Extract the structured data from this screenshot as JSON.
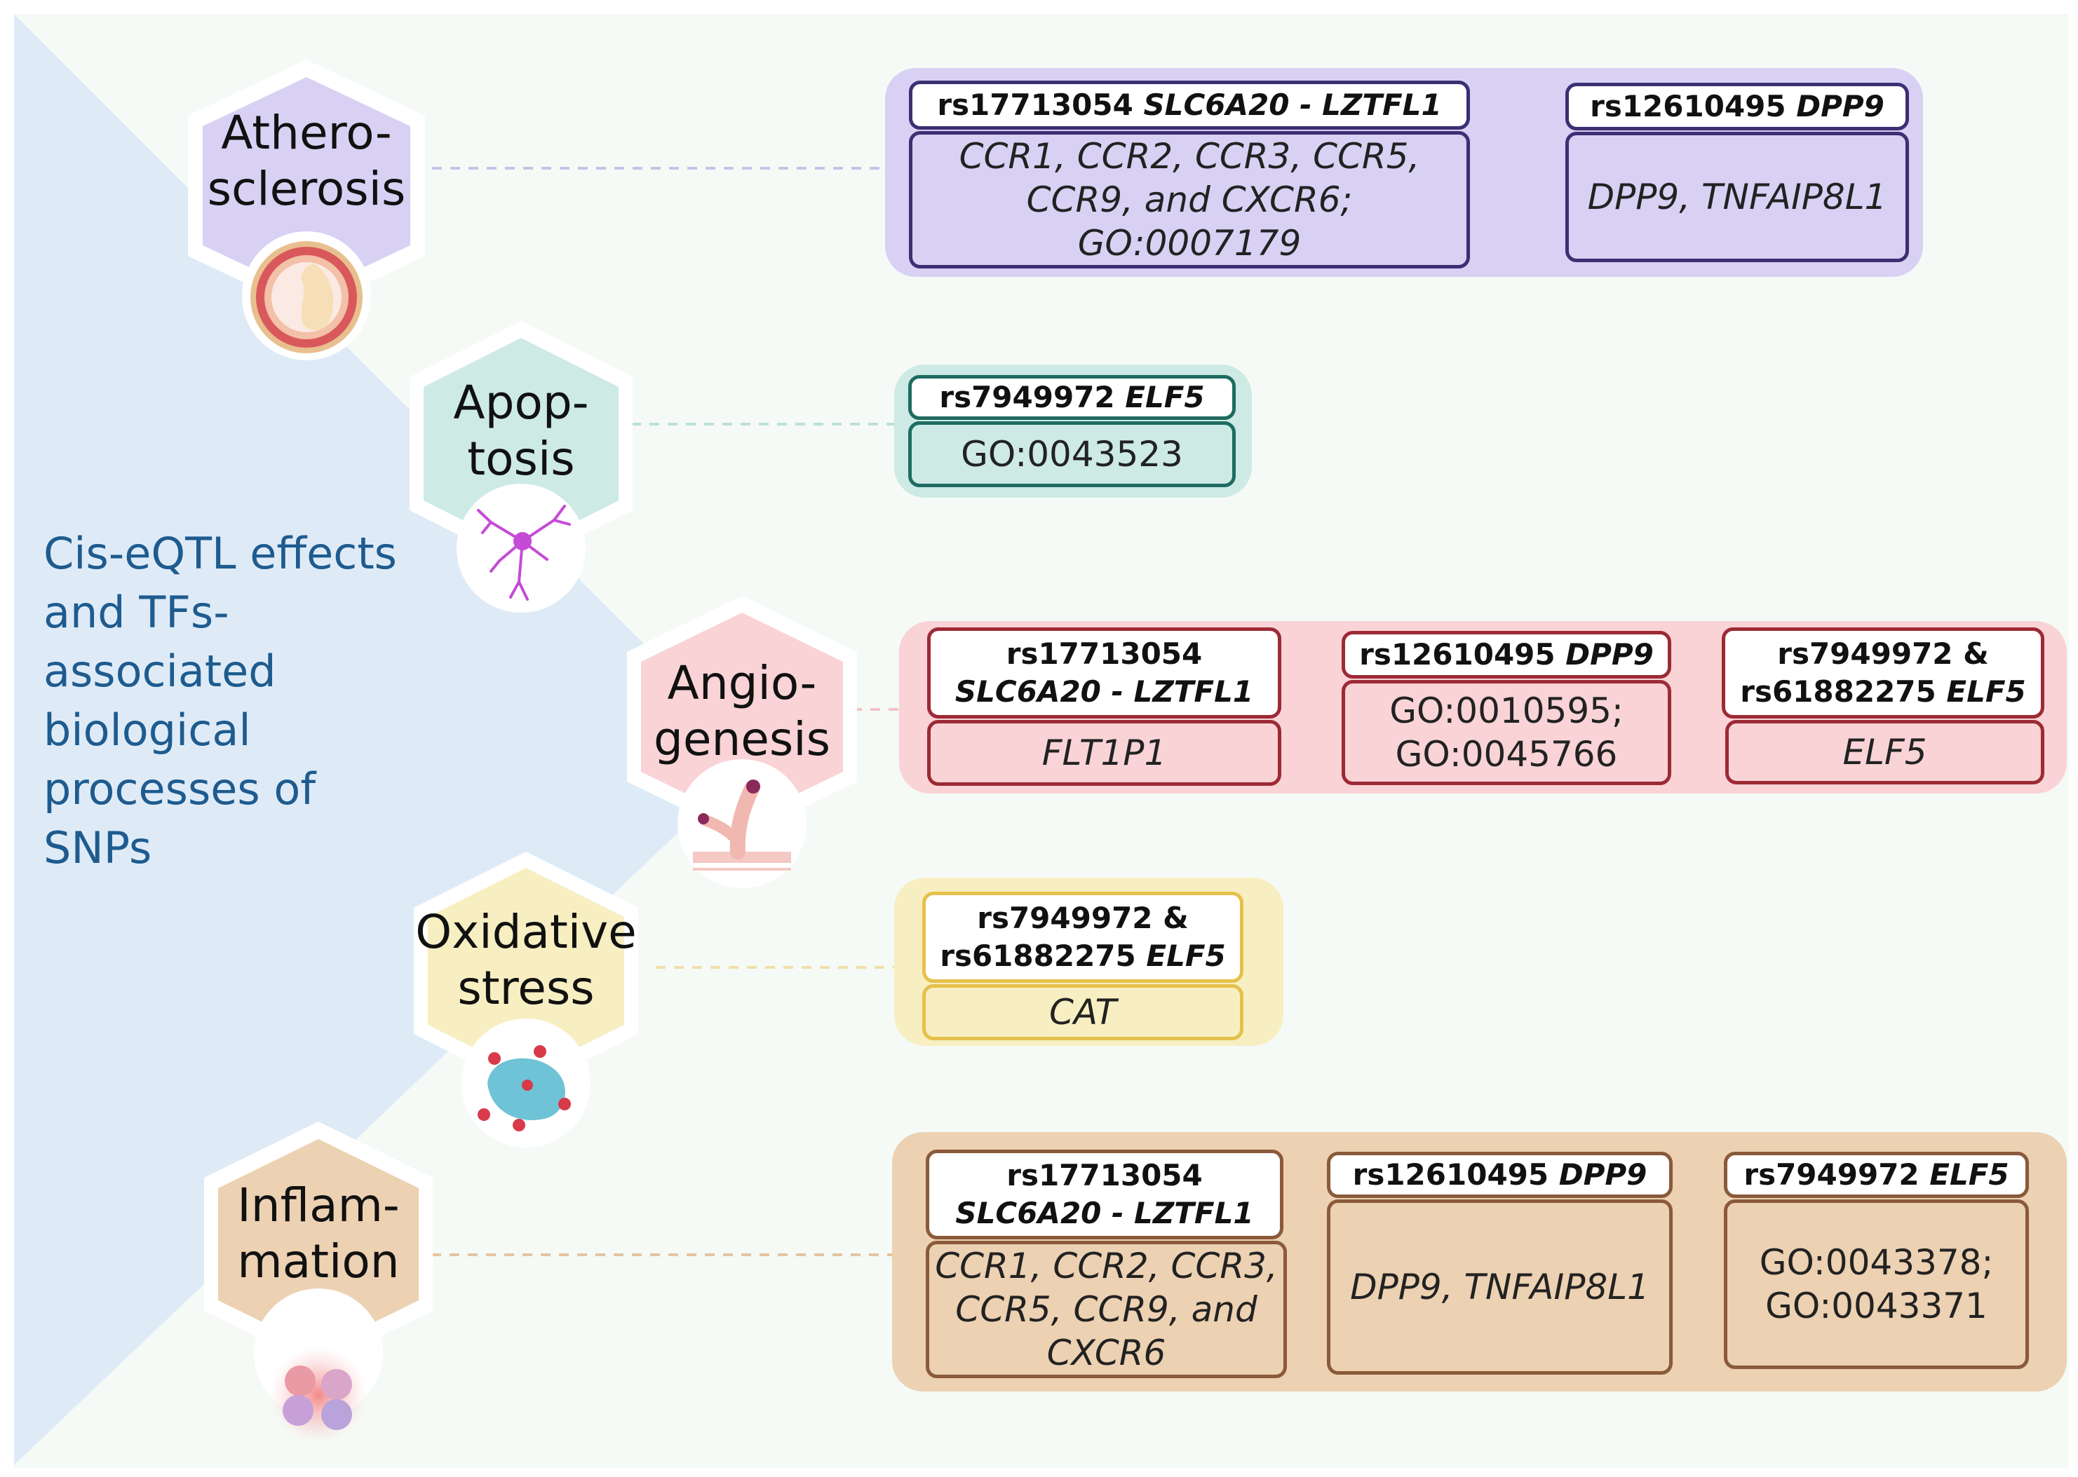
{
  "title": "Cis-eQTL effects and TFs-associated biological processes of SNPs",
  "colors": {
    "background_wedge": "#deebf7",
    "atherosclerosis": "#d8d1f4",
    "apoptosis": "#cdeae4",
    "angiogenesis": "#f9d3d6",
    "oxidative_stress": "#f7efc2",
    "inflammation": "#ecd1b2"
  },
  "processes": [
    {
      "id": "atherosclerosis",
      "label_lines": [
        "Athero-",
        "sclerosis"
      ],
      "icon": "artery-cross-section-icon",
      "groups": [
        {
          "snp": [
            "rs17713054 SLC6A20 - LZTFL1"
          ],
          "genes": [
            "CCR1, CCR2, CCR3, CCR5,",
            "CCR9, and CXCR6;",
            "GO:0007179"
          ]
        },
        {
          "snp": [
            "rs12610495 DPP9"
          ],
          "genes": [
            "DPP9, TNFAIP8L1"
          ]
        }
      ]
    },
    {
      "id": "apoptosis",
      "label_lines": [
        "Apop-",
        "tosis"
      ],
      "icon": "neuron-cell-icon",
      "groups": [
        {
          "snp": [
            "rs7949972 ELF5"
          ],
          "genes": [
            "GO:0043523"
          ]
        }
      ]
    },
    {
      "id": "angiogenesis",
      "label_lines": [
        "Angio-",
        "genesis"
      ],
      "icon": "blood-vessel-sprouting-icon",
      "groups": [
        {
          "snp": [
            "rs17713054",
            "SLC6A20 - LZTFL1"
          ],
          "genes": [
            "FLT1P1"
          ]
        },
        {
          "snp": [
            "rs12610495 DPP9"
          ],
          "genes": [
            "GO:0010595;",
            "GO:0045766"
          ]
        },
        {
          "snp": [
            "rs7949972 &",
            "rs61882275 ELF5"
          ],
          "genes": [
            "ELF5"
          ]
        }
      ]
    },
    {
      "id": "oxidative_stress",
      "label_lines": [
        "Oxidative",
        "stress"
      ],
      "icon": "ros-cell-icon",
      "groups": [
        {
          "snp": [
            "rs7949972 &",
            "rs61882275 ELF5"
          ],
          "genes": [
            "CAT"
          ]
        }
      ]
    },
    {
      "id": "inflammation",
      "label_lines": [
        "Inflam-",
        "mation"
      ],
      "icon": "immune-cells-icon",
      "groups": [
        {
          "snp": [
            "rs17713054",
            "SLC6A20 - LZTFL1"
          ],
          "genes": [
            "CCR1, CCR2, CCR3,",
            "CCR5, CCR9, and",
            "CXCR6"
          ]
        },
        {
          "snp": [
            "rs12610495 DPP9"
          ],
          "genes": [
            "DPP9, TNFAIP8L1"
          ]
        },
        {
          "snp": [
            "rs7949972 ELF5"
          ],
          "genes": [
            "GO:0043378;",
            "GO:0043371"
          ]
        }
      ]
    }
  ]
}
